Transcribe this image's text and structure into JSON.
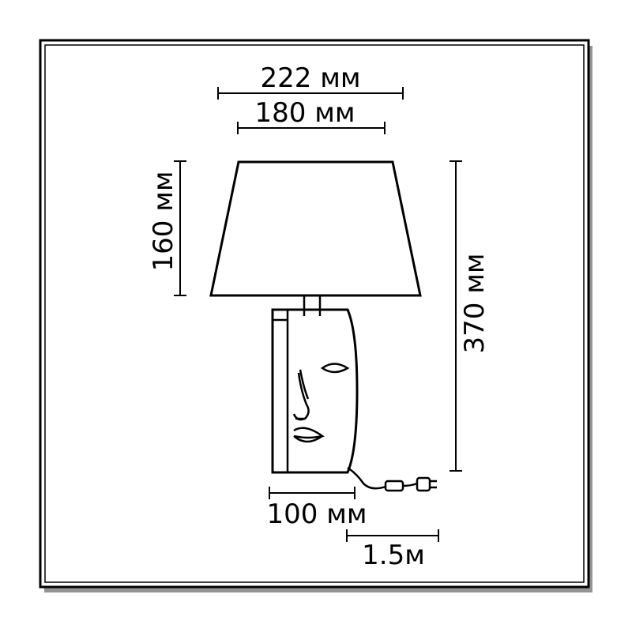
{
  "dimensions": {
    "shade_bottom_width": "222 мм",
    "shade_top_width": "180 мм",
    "shade_height": "160 мм",
    "total_height": "370 мм",
    "base_width": "100 мм",
    "cord_length": "1.5м"
  }
}
